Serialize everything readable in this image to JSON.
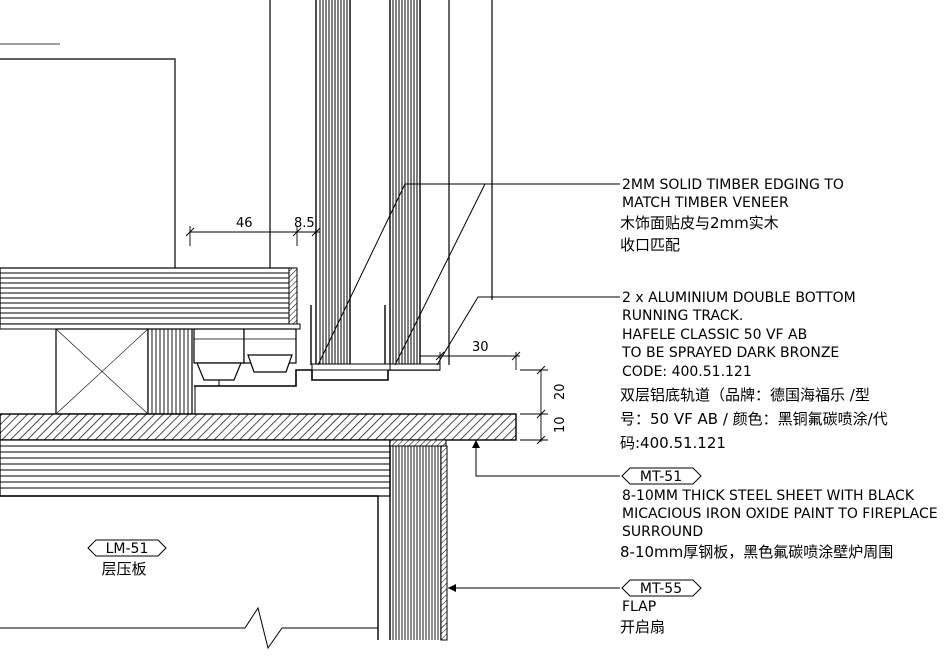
{
  "annotations": {
    "edging": {
      "lines": [
        "2MM SOLID TIMBER EDGING TO",
        "MATCH TIMBER VENEER"
      ],
      "cn": [
        "木饰面贴皮与2mm实木",
        "收口匹配"
      ]
    },
    "track": {
      "lines": [
        "2 x ALUMINIUM DOUBLE BOTTOM",
        "RUNNING TRACK.",
        "HAFELE CLASSIC 50 VF AB",
        "TO BE SPRAYED DARK BRONZE",
        "CODE: 400.51.121"
      ],
      "cn": [
        "双层铝底轨道（品牌：德国海福乐 /型",
        "号：50 VF AB / 颜色：黑铜氟碳喷涂/代",
        "码:400.51.121"
      ]
    },
    "mt51": {
      "tag": "MT-51",
      "lines": [
        "8-10MM THICK STEEL SHEET WITH BLACK",
        "MICACIOUS IRON OXIDE PAINT TO FIREPLACE",
        "SURROUND"
      ],
      "cn": [
        "8-10mm厚钢板，黑色氟碳喷涂壁炉周围"
      ]
    },
    "mt55": {
      "tag": "MT-55",
      "lines": [
        "FLAP"
      ],
      "cn": [
        "开启扇"
      ]
    },
    "lm51": {
      "tag": "LM-51",
      "cn": [
        "层压板"
      ]
    }
  },
  "dimensions": {
    "d46": "46",
    "d85": "8.5",
    "d30": "30",
    "d20": "20",
    "d10": "10"
  }
}
